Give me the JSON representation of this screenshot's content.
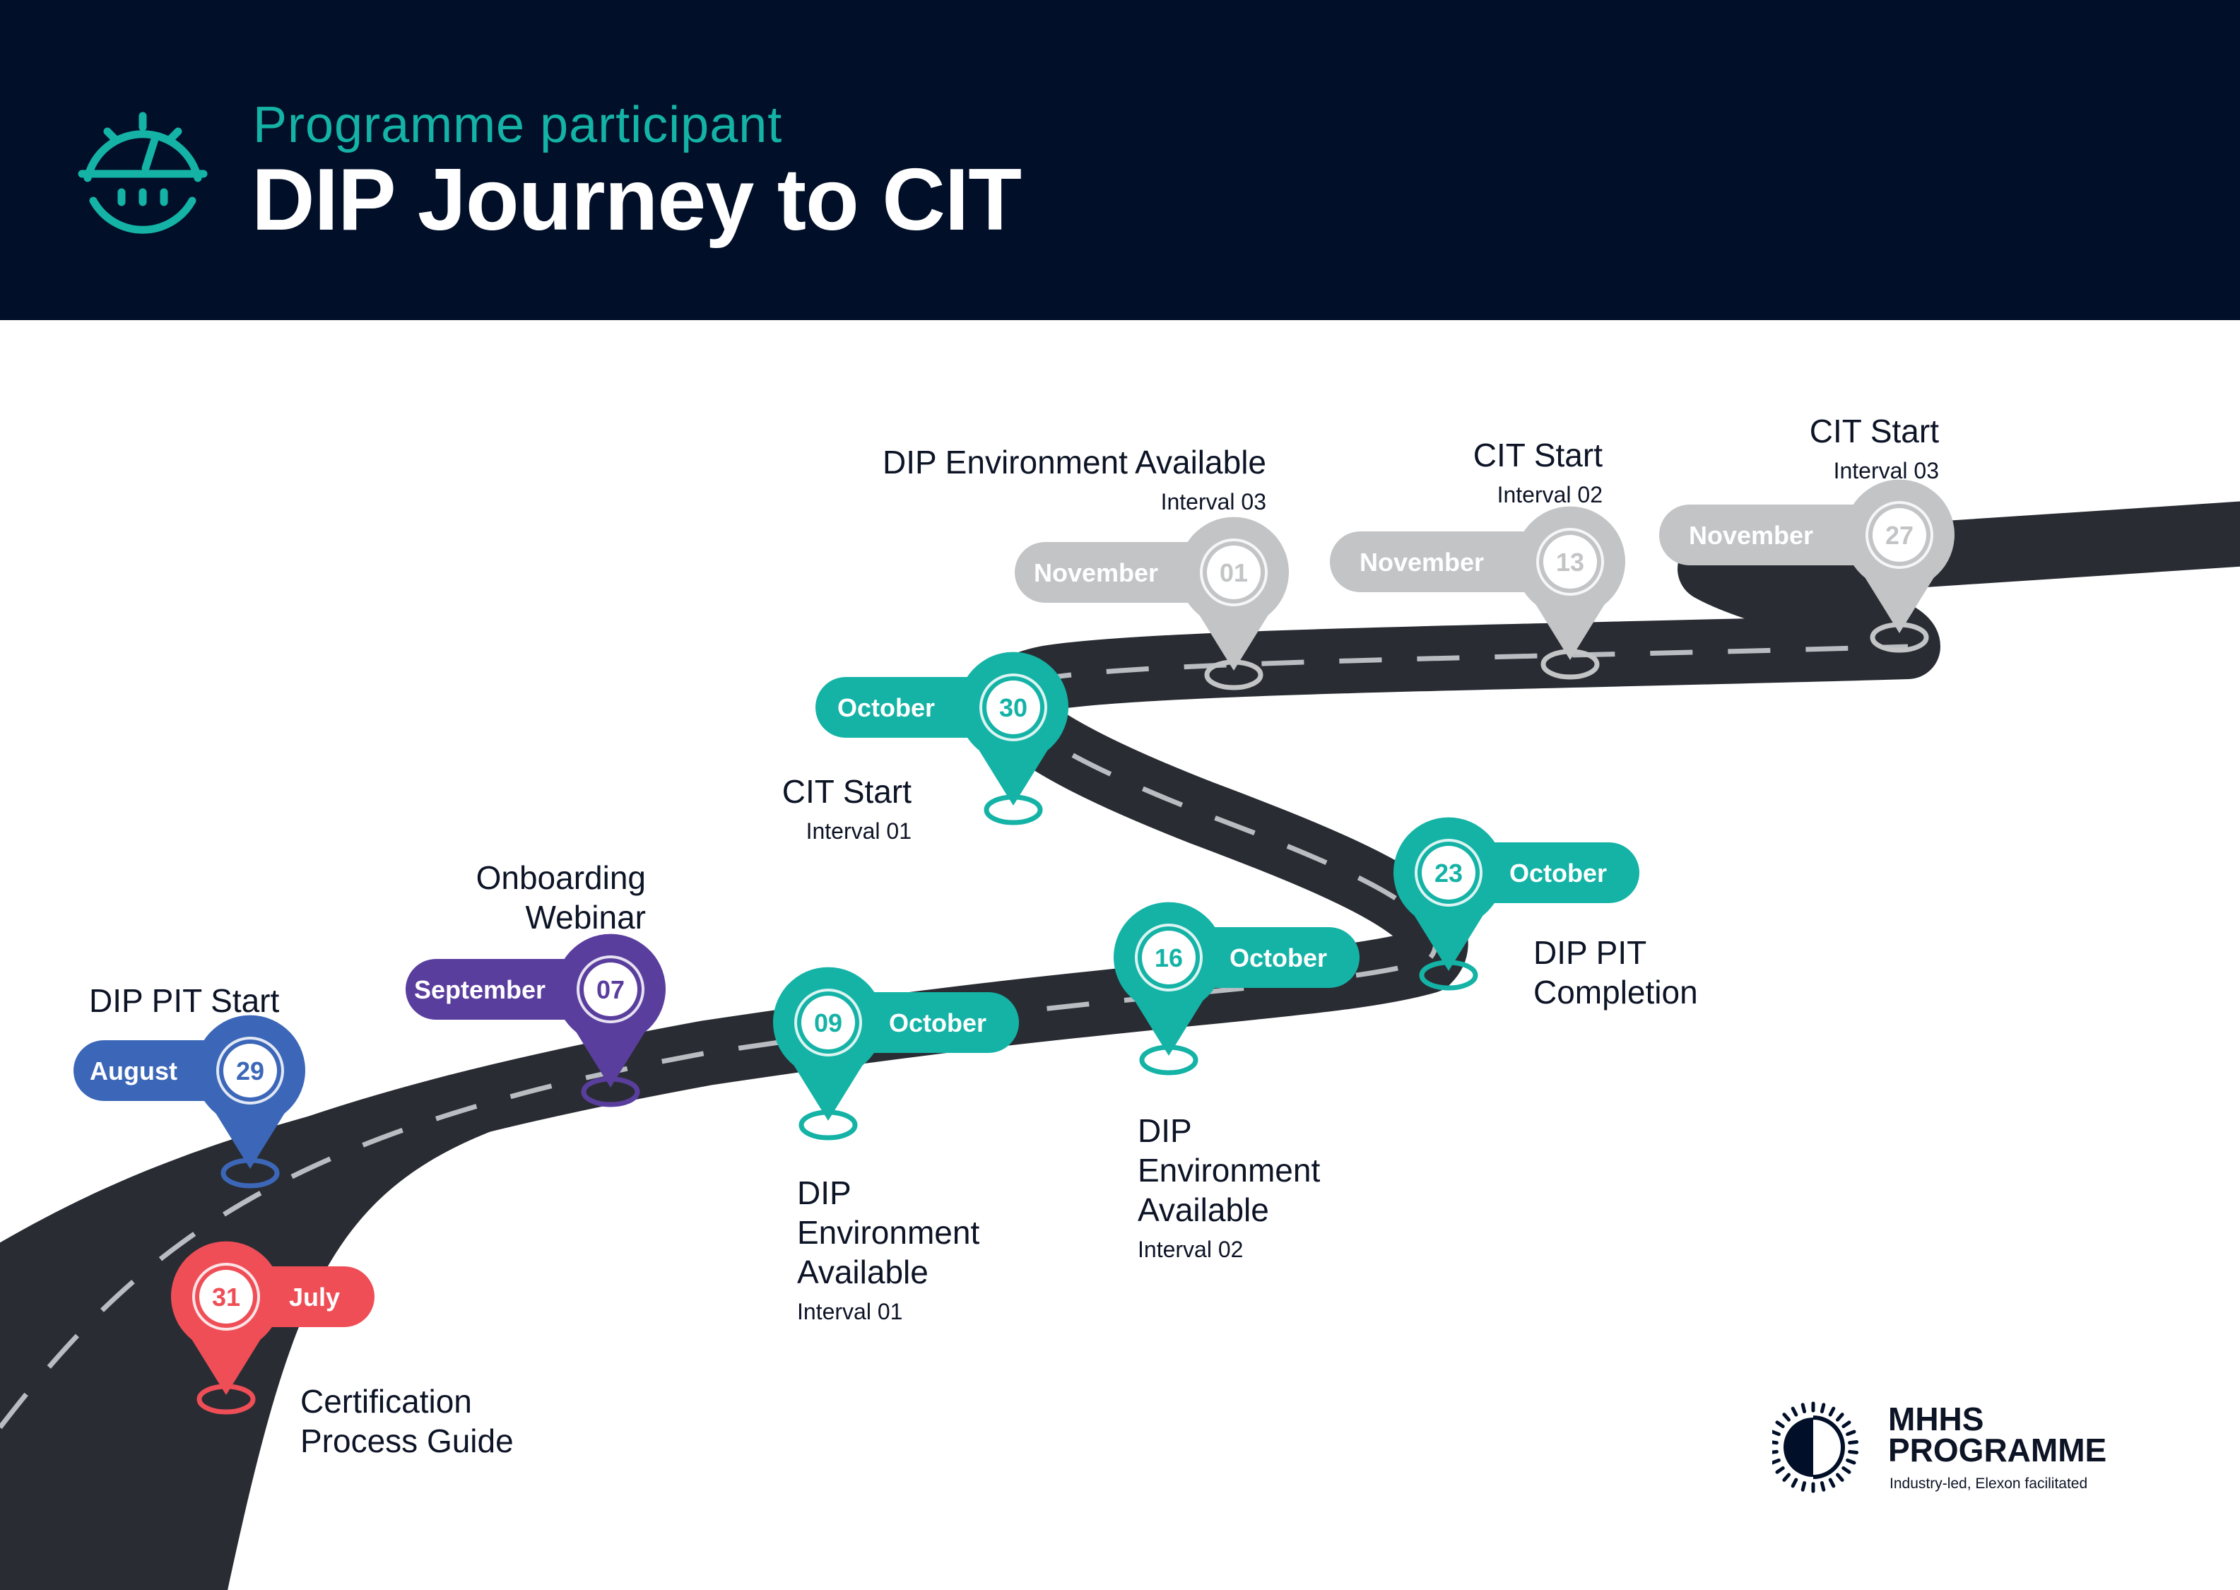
{
  "header": {
    "subtitle": "Programme participant",
    "title": "DIP Journey to CIT",
    "icon": "speedometer-icon"
  },
  "colors": {
    "header_bg": "#010f29",
    "accent_teal": "#14b3a6",
    "road": "#292d33",
    "red": "#ef4e57",
    "blue": "#3c67b8",
    "purple": "#5a3e9e",
    "teal": "#14b3a6",
    "grey": "#c3c4c6"
  },
  "milestones": [
    {
      "month": "July",
      "day": "31",
      "color": "red",
      "title": "Certification\nProcess Guide",
      "interval": ""
    },
    {
      "month": "August",
      "day": "29",
      "color": "blue",
      "title": "DIP PIT Start",
      "interval": ""
    },
    {
      "month": "September",
      "day": "07",
      "color": "purple",
      "title": "Onboarding\nWebinar",
      "interval": ""
    },
    {
      "month": "October",
      "day": "09",
      "color": "teal",
      "title": "DIP\nEnvironment\nAvailable",
      "interval": "Interval 01"
    },
    {
      "month": "October",
      "day": "16",
      "color": "teal",
      "title": "DIP\nEnvironment\nAvailable",
      "interval": "Interval 02"
    },
    {
      "month": "October",
      "day": "23",
      "color": "teal",
      "title": "DIP PIT\nCompletion",
      "interval": ""
    },
    {
      "month": "October",
      "day": "30",
      "color": "teal",
      "title": "CIT Start",
      "interval": "Interval 01"
    },
    {
      "month": "November",
      "day": "01",
      "color": "grey",
      "title": "DIP Environment Available",
      "interval": "Interval 03"
    },
    {
      "month": "November",
      "day": "13",
      "color": "grey",
      "title": "CIT Start",
      "interval": "Interval 02"
    },
    {
      "month": "November",
      "day": "27",
      "color": "grey",
      "title": "CIT Start",
      "interval": "Interval 03"
    }
  ],
  "logo": {
    "name_line1": "MHHS",
    "name_line2": "PROGRAMME",
    "tagline": "Industry-led, Elexon facilitated"
  }
}
